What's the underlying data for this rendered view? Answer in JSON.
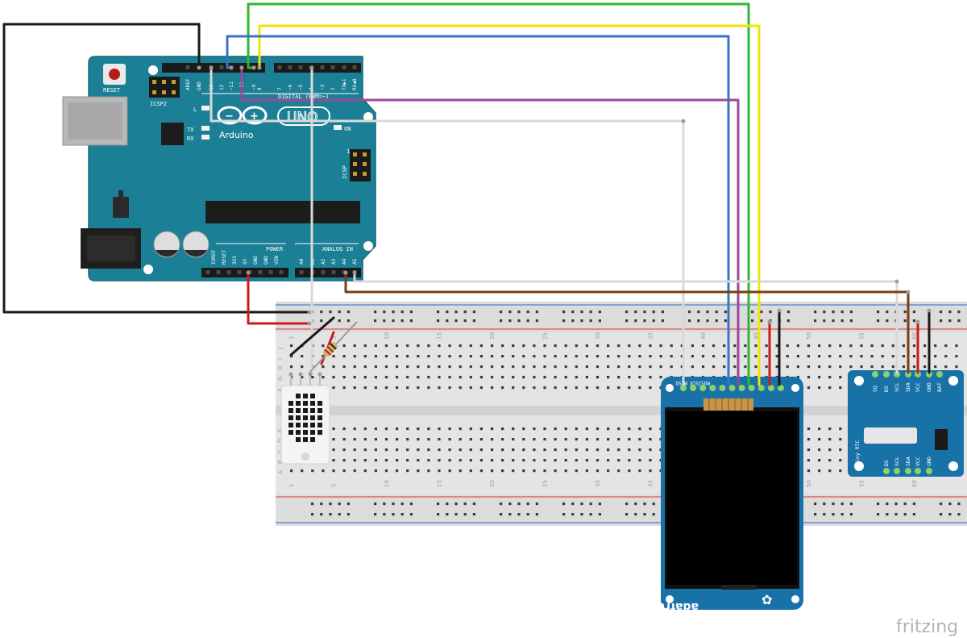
{
  "watermark": "fritzing",
  "arduino": {
    "reset": "RESET",
    "icsp2": "ICSP2",
    "icsp": "ICSP",
    "icsp_num": "1",
    "led_l": "L",
    "led_tx": "TX",
    "led_rx": "RX",
    "led_on": "ON",
    "logo_text": "Arduino",
    "model": "UNO",
    "digital_label": "DIGITAL (PWM=~)",
    "power_label": "POWER",
    "analog_label": "ANALOG IN",
    "digital_pins": [
      "AREF",
      "GND",
      "13",
      "12",
      "~11",
      "~10",
      "~9",
      "8",
      "7",
      "~6",
      "~5",
      "4",
      "~3",
      "2",
      "TX▶1",
      "RX◀0"
    ],
    "power_pins": [
      "IOREF",
      "RESET",
      "3V3",
      "5V",
      "GND",
      "GND",
      "VIN"
    ],
    "analog_pins": [
      "A0",
      "A1",
      "A2",
      "A3",
      "A4",
      "A5"
    ]
  },
  "breadboard": {
    "numbers": [
      "1",
      "5",
      "10",
      "15",
      "20",
      "25",
      "30",
      "35",
      "40",
      "45",
      "50",
      "55",
      "60"
    ],
    "row_letters_top": [
      "J",
      "I",
      "H",
      "G",
      "F"
    ],
    "row_letters_bottom": [
      "E",
      "D",
      "C",
      "B",
      "A"
    ]
  },
  "tft": {
    "pins": [
      "MOSI",
      "SCK",
      "MISO"
    ],
    "brand": "adafruit!"
  },
  "rtc": {
    "title": "Tiny RTC",
    "top_pins": [
      "SQ",
      "DS",
      "SCL",
      "SDA",
      "VCC",
      "GND",
      "BAT"
    ],
    "bottom_pins": [
      "DS",
      "SCL",
      "SDA",
      "VCC",
      "GND"
    ]
  },
  "colors": {
    "arduino_board": "#1b7f95",
    "breadboard": "#e6e6e6",
    "rail_red": "#dd3333",
    "rail_blue": "#3366cc",
    "wire_black": "#1a1a1a",
    "wire_green": "#2eb82e",
    "wire_yellow": "#f2e600",
    "wire_blue": "#3b73c9",
    "wire_purple": "#9a4a9a",
    "wire_white": "#d9d9d9",
    "wire_brown": "#7a3e12",
    "wire_red": "#cc1a1a",
    "rtc_board": "#1872a8",
    "tft_board": "#1872a8"
  }
}
